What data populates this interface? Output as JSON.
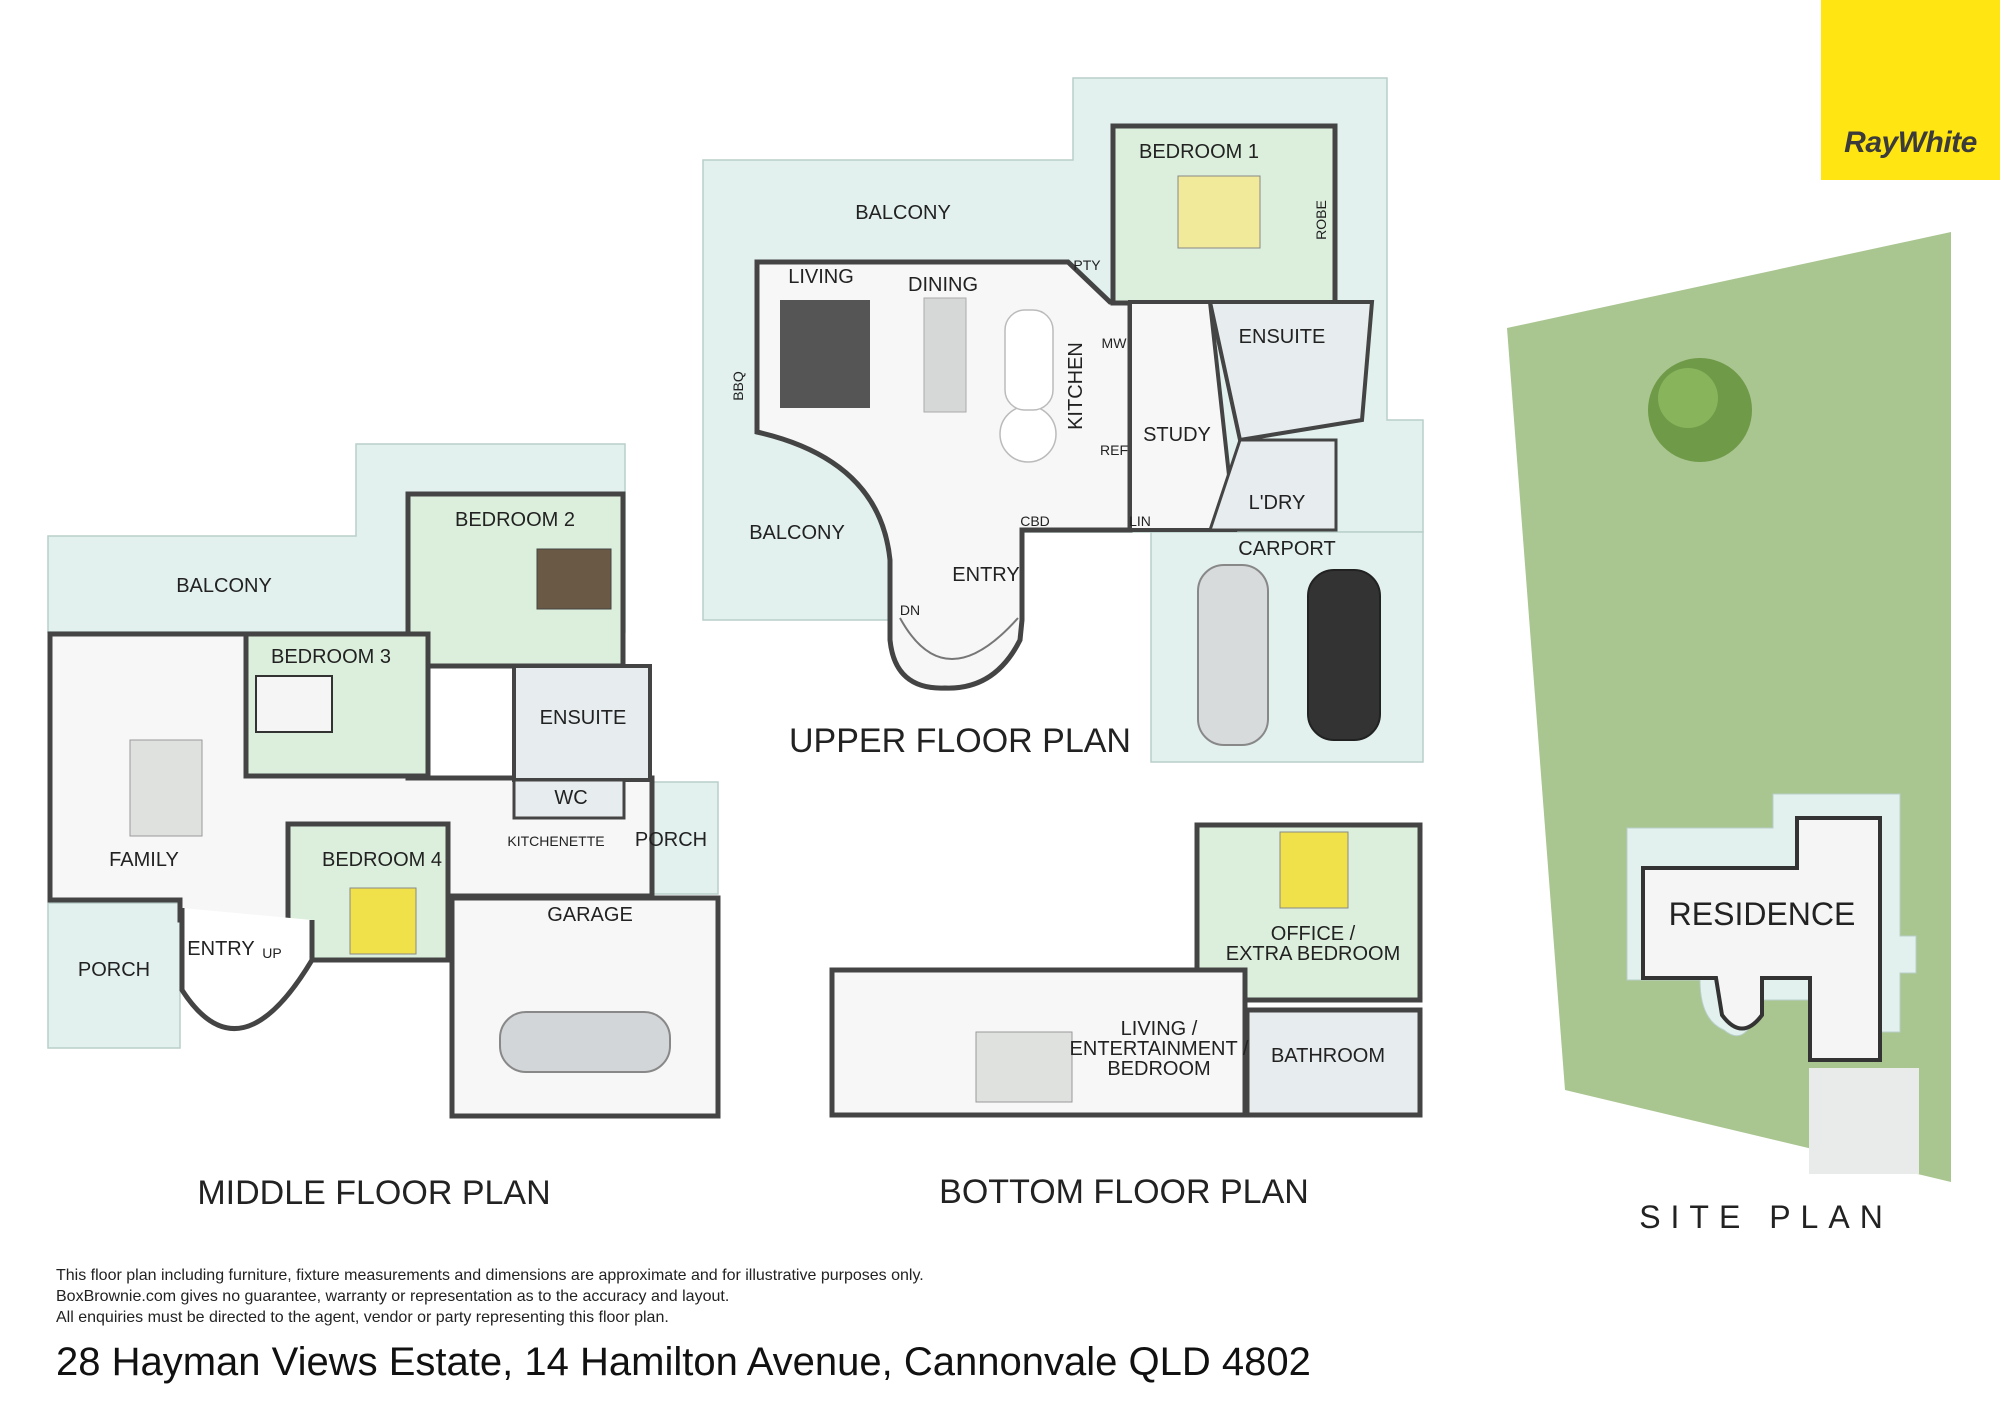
{
  "brand": {
    "name": "RayWhite",
    "color": "#ffe512"
  },
  "colors": {
    "balcony": "#e2f1ee",
    "room": "#dcefdc",
    "wet": "#e7ecee",
    "floor": "#f6f7f6",
    "wall": "#444444",
    "site": "#a9c590"
  },
  "plans": {
    "upper": {
      "title": "UPPER FLOOR PLAN",
      "rooms": {
        "balcony_top": "BALCONY",
        "balcony_bottom": "BALCONY",
        "bedroom1": "BEDROOM 1",
        "robe": "ROBE",
        "living": "LIVING",
        "dining": "DINING",
        "pty": "PTY",
        "bbq": "BBQ",
        "kitchen": "KITCHEN",
        "mw": "MW",
        "ref": "REF",
        "study": "STUDY",
        "ensuite": "ENSUITE",
        "ldry": "L'DRY",
        "cbd": "CBD",
        "lin": "LIN",
        "entry": "ENTRY",
        "dn": "DN",
        "carport": "CARPORT"
      }
    },
    "middle": {
      "title": "MIDDLE FLOOR PLAN",
      "rooms": {
        "balcony": "BALCONY",
        "bedroom2": "BEDROOM 2",
        "bedroom3": "BEDROOM 3",
        "ensuite": "ENSUITE",
        "wc": "WC",
        "kitchenette": "KITCHENETTE",
        "porch_right": "PORCH",
        "family": "FAMILY",
        "bedroom4": "BEDROOM 4",
        "garage": "GARAGE",
        "entry": "ENTRY",
        "up": "UP",
        "porch_left": "PORCH"
      }
    },
    "bottom": {
      "title": "BOTTOM FLOOR PLAN",
      "rooms": {
        "office_1": "OFFICE /",
        "office_2": "EXTRA BEDROOM",
        "living_1": "LIVING /",
        "living_2": "ENTERTAINMENT /",
        "living_3": "BEDROOM",
        "bathroom": "BATHROOM"
      }
    },
    "site": {
      "title": "SITE PLAN",
      "residence": "RESIDENCE"
    }
  },
  "disclaimer": [
    "This floor plan including furniture, fixture measurements and dimensions are approximate and for illustrative purposes only.",
    "BoxBrownie.com gives no guarantee, warranty or representation as to the accuracy and layout.",
    "All enquiries must be directed to the agent, vendor or party representing this floor plan."
  ],
  "address": "28 Hayman Views Estate, 14 Hamilton Avenue, Cannonvale QLD 4802"
}
